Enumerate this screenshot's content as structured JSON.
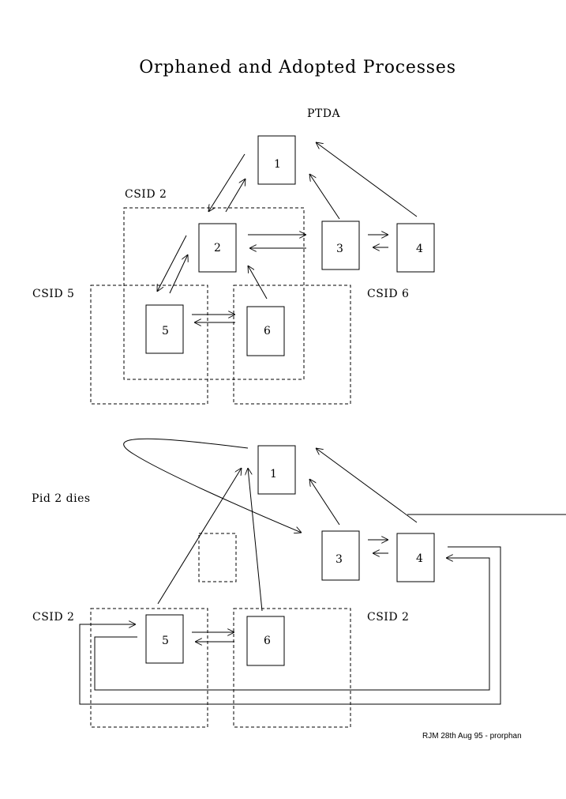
{
  "title": "Orphaned and Adopted Processes",
  "top": {
    "ptda_label": "PTDA",
    "csid_labels": [
      "CSID 2",
      "CSID 5",
      "CSID 6"
    ],
    "processes": [
      "1",
      "2",
      "3",
      "4",
      "5",
      "6"
    ]
  },
  "bottom": {
    "event_label": "Pid 2 dies",
    "csid_labels": [
      "CSID 2",
      "CSID 2"
    ],
    "processes": [
      "1",
      "3",
      "4",
      "5",
      "6"
    ]
  },
  "credit": "RJM 28th Aug 95 - prorphan"
}
